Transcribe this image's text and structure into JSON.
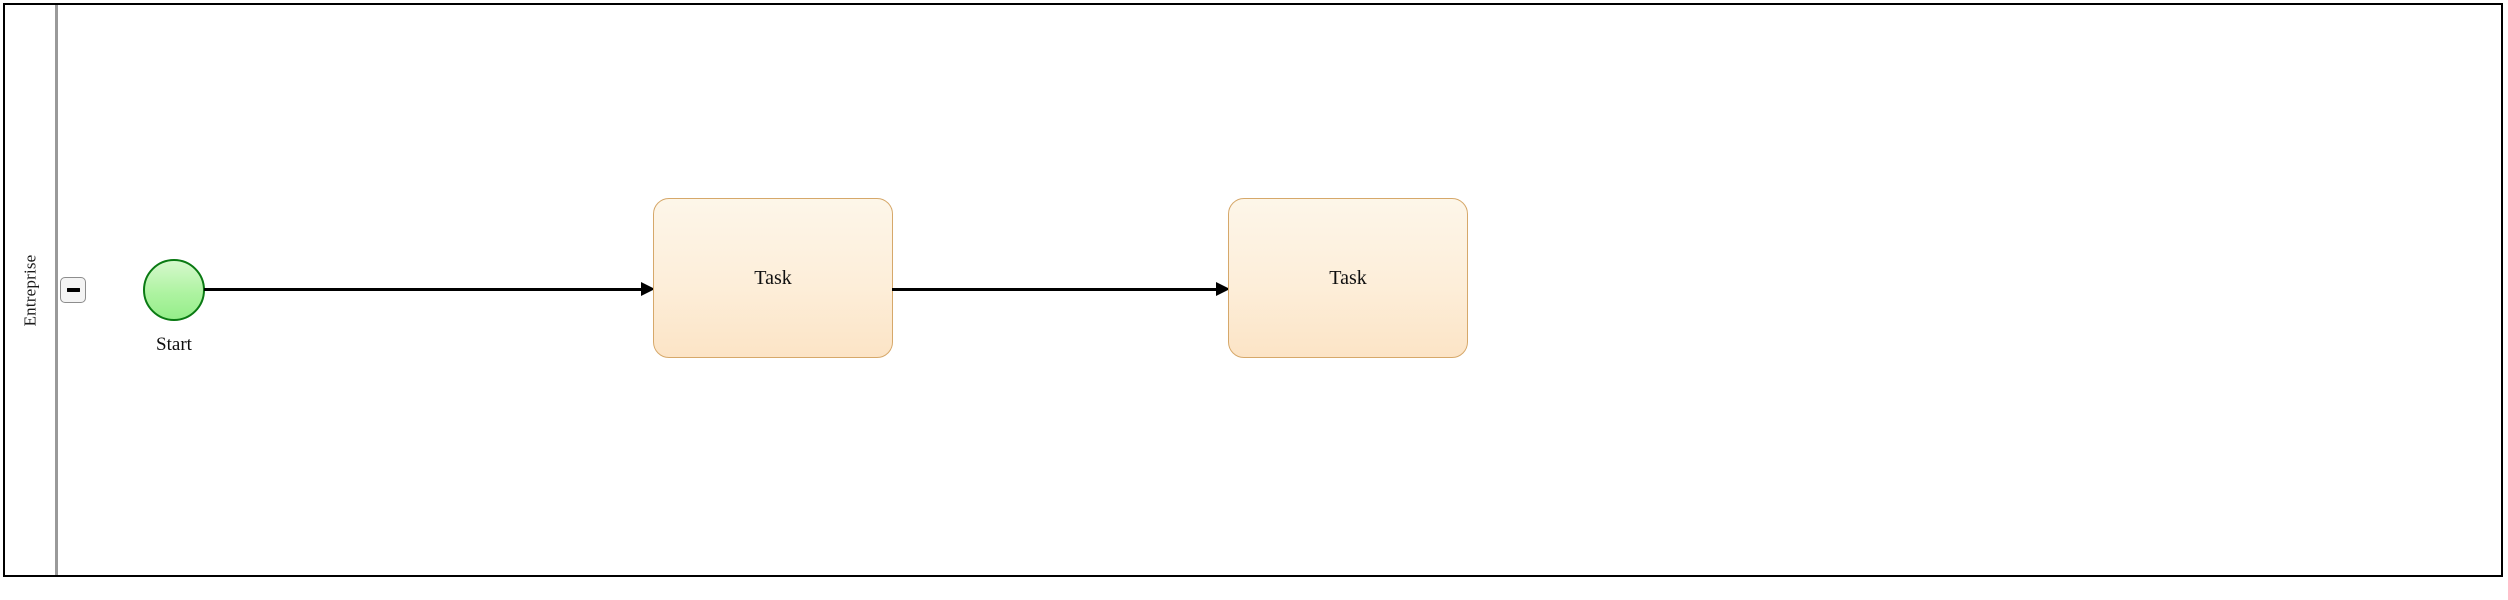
{
  "diagram": {
    "type": "bpmn-process",
    "background_color": "#ffffff",
    "border_color": "#000000"
  },
  "pool": {
    "lane": {
      "title": "Entreprise",
      "collapse_toggle": {
        "icon": "minus-icon",
        "state": "expanded",
        "label": "−"
      }
    }
  },
  "nodes": [
    {
      "id": "start-event",
      "type": "start-event",
      "label": "Start",
      "shape": "circle",
      "fill_color": "#aef3a1",
      "border_color": "#0a7a13"
    },
    {
      "id": "task-1",
      "type": "task",
      "label": "Task",
      "shape": "rounded-rectangle",
      "fill_color": "#fdeed9",
      "border_color": "#d6a86a"
    },
    {
      "id": "task-2",
      "type": "task",
      "label": "Task",
      "shape": "rounded-rectangle",
      "fill_color": "#fdeed9",
      "border_color": "#d6a86a"
    }
  ],
  "flows": [
    {
      "id": "flow-1",
      "from": "start-event",
      "to": "task-1",
      "label": "",
      "color": "#000000"
    },
    {
      "id": "flow-2",
      "from": "task-1",
      "to": "task-2",
      "label": "",
      "color": "#000000"
    }
  ]
}
